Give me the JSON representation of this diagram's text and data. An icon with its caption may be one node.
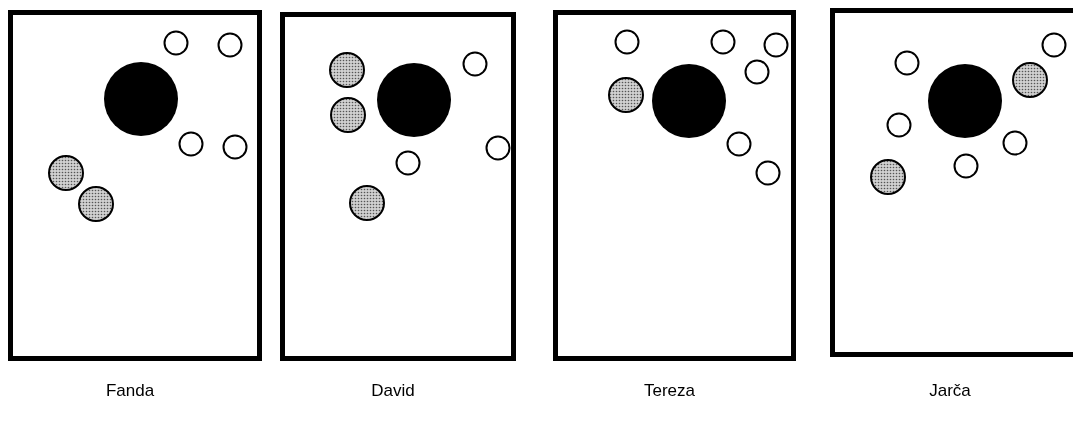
{
  "diagram": {
    "nodes": [
      {
        "text": [],
        "shape": "box",
        "beside": [
          "Fanda"
        ]
      },
      {
        "text": [],
        "shape": "box",
        "beside": [
          "David"
        ]
      },
      {
        "text": [],
        "shape": "box",
        "beside": [
          "Tereza"
        ]
      },
      {
        "text": [],
        "shape": "box",
        "beside": [
          "Jarča"
        ]
      }
    ]
  }
}
